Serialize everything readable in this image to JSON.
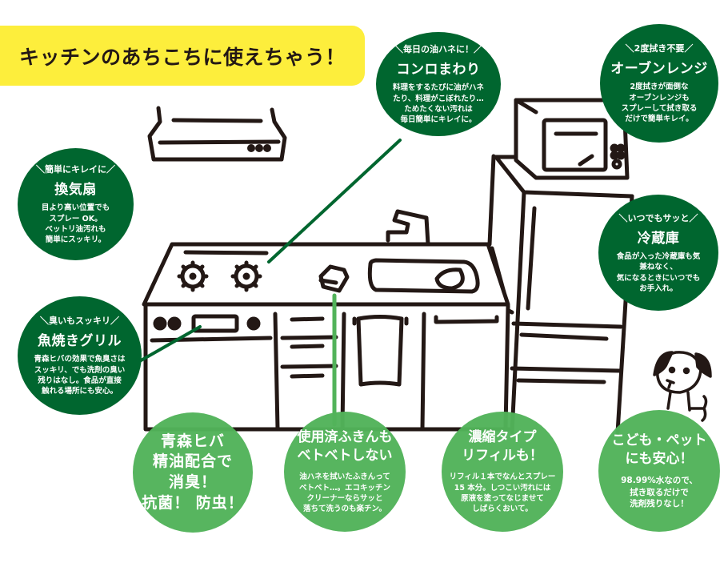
{
  "title": "キッチンのあちこちに使えちゃう！",
  "colors": {
    "banner": "#fdee3c",
    "dark_green": "#00662f",
    "light_green": "#52b35a",
    "line": "#231815"
  },
  "illustration": {
    "icons": [
      "range-hood-icon",
      "stove-burner-icon",
      "sponge-icon",
      "faucet-icon",
      "sink-icon",
      "microwave-icon",
      "refrigerator-icon",
      "dog-icon",
      "towel-icon"
    ]
  },
  "callouts": [
    {
      "id": "stove",
      "tag": "＼毎日の油ハネに！／",
      "heading": "コンロまわり",
      "body": "料理をするたびに油がハネ\nたり、料理がこぼれたり…\nためたくない汚れは\n毎日簡単にキレイに。"
    },
    {
      "id": "oven",
      "tag": "＼2度拭き不要／",
      "heading": "オーブンレンジ",
      "body": "2度拭きが面倒な\nオーブンレンジも\nスプレーして拭き取る\nだけで簡単キレイ。"
    },
    {
      "id": "hood",
      "tag": "＼簡単にキレイに／",
      "heading": "換気扇",
      "body": "目より高い位置でも\nスプレー OK。\nベットリ油汚れも\n簡単にスッキリ。"
    },
    {
      "id": "fridge",
      "tag": "＼いつでもサッと／",
      "heading": "冷蔵庫",
      "body": "食品が入った冷蔵庫も気\n兼ねなく、\n気になるときにいつでも\nお手入れ。"
    },
    {
      "id": "grill",
      "tag": "＼臭いもスッキリ／",
      "heading": "魚焼きグリル",
      "body": "青森ヒバの効果で魚臭さは\nスッキリ、でも洗剤の臭い\n残りはなし。食品が直接\n触れる場所にも安心。"
    }
  ],
  "features": [
    {
      "id": "hiba",
      "heading": "青森ヒバ\n精油配合で\n消臭！\n抗菌！ 防虫！",
      "body": ""
    },
    {
      "id": "cloth",
      "heading": "使用済ふきんも\nベトベトしない",
      "body": "油ハネを拭いたふきんって\nベトベト…。エコキッチン\nクリーナーならサッと\n落ちて洗うのも楽チン。"
    },
    {
      "id": "refill",
      "heading": "濃縮タイプ\nリフィルも！",
      "body": "リフィル１本でなんとスプレー\n15 本分。しつこい汚れには\n原液を塗ってなじませて\nしばらくおいて。"
    },
    {
      "id": "safe",
      "heading": "こども・ペット\nにも安心！",
      "body": "98.99%水なので、\n拭き取るだけで\n洗剤残りなし！"
    }
  ]
}
